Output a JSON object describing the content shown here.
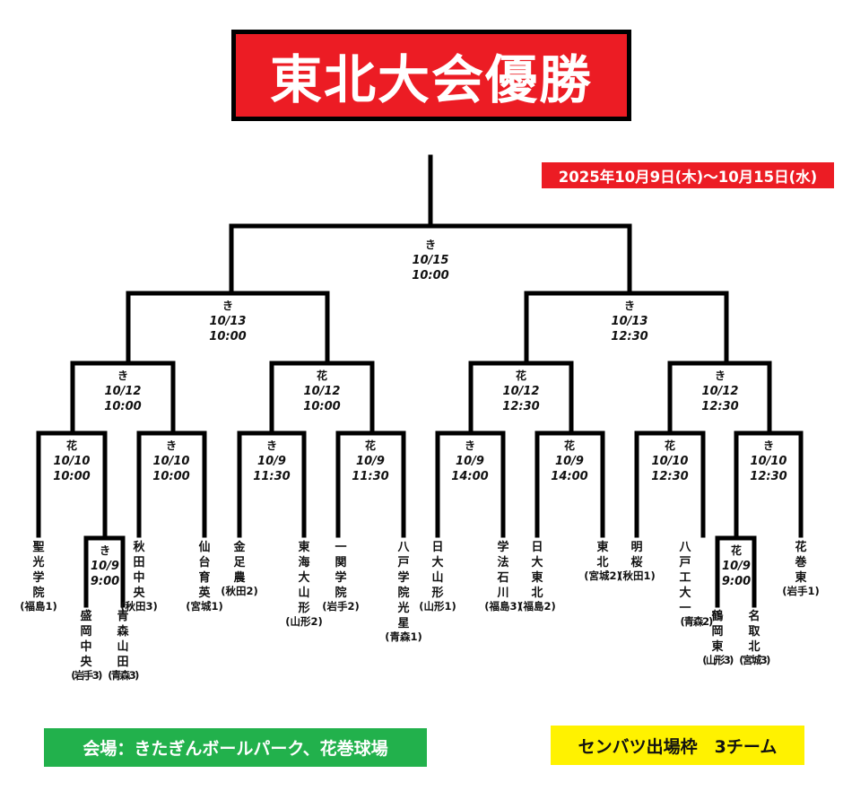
{
  "title": "東北大会優勝",
  "period": "2025年10月9日(木)～10月15日(水)",
  "venue_label": "会場：きたぎんボールパーク、花巻球場",
  "quota_label": "センバツ出場枠　3チーム",
  "colors": {
    "title_bg": "#ec1c24",
    "venue_bg": "#22b14c",
    "quota_bg": "#fff200",
    "line": "#000000"
  },
  "matches": {
    "final": {
      "venue": "き",
      "date": "10/15",
      "time": "10:00"
    },
    "sf_left": {
      "venue": "き",
      "date": "10/13",
      "time": "10:00"
    },
    "sf_right": {
      "venue": "き",
      "date": "10/13",
      "time": "12:30"
    },
    "qf1": {
      "venue": "き",
      "date": "10/12",
      "time": "10:00"
    },
    "qf2": {
      "venue": "花",
      "date": "10/12",
      "time": "10:00"
    },
    "qf3": {
      "venue": "花",
      "date": "10/12",
      "time": "12:30"
    },
    "qf4": {
      "venue": "き",
      "date": "10/12",
      "time": "12:30"
    },
    "r1": {
      "venue": "花",
      "date": "10/10",
      "time": "10:00"
    },
    "r2": {
      "venue": "き",
      "date": "10/10",
      "time": "10:00"
    },
    "r3": {
      "venue": "き",
      "date": "10/9",
      "time": "11:30"
    },
    "r4": {
      "venue": "花",
      "date": "10/9",
      "time": "11:30"
    },
    "r5": {
      "venue": "き",
      "date": "10/9",
      "time": "14:00"
    },
    "r6": {
      "venue": "花",
      "date": "10/9",
      "time": "14:00"
    },
    "r7": {
      "venue": "花",
      "date": "10/10",
      "time": "12:30"
    },
    "r8": {
      "venue": "き",
      "date": "10/10",
      "time": "12:30"
    },
    "pre_left": {
      "venue": "き",
      "date": "10/9",
      "time": "9:00"
    },
    "pre_right": {
      "venue": "花",
      "date": "10/9",
      "time": "9:00"
    }
  },
  "teams": [
    {
      "name": "聖光学院",
      "pref": "(福島1)"
    },
    {
      "name": "盛岡中央",
      "pref": "(岩手3)"
    },
    {
      "name": "青森山田",
      "pref": "(青森3)"
    },
    {
      "name": "秋田中央",
      "pref": "(秋田3)"
    },
    {
      "name": "仙台育英",
      "pref": "(宮城1)"
    },
    {
      "name": "金足農",
      "pref": "(秋田2)"
    },
    {
      "name": "東海大山形",
      "pref": "(山形2)"
    },
    {
      "name": "一関学院",
      "pref": "(岩手2)"
    },
    {
      "name": "八戸学院光星",
      "pref": "(青森1)"
    },
    {
      "name": "日大山形",
      "pref": "(山形1)"
    },
    {
      "name": "学法石川",
      "pref": "(福島3)"
    },
    {
      "name": "日大東北",
      "pref": "(福島2)"
    },
    {
      "name": "東北",
      "pref": "(宮城2)"
    },
    {
      "name": "明桜",
      "pref": "(秋田1)"
    },
    {
      "name": "八戸工大一",
      "pref": "(青森2)"
    },
    {
      "name": "鶴岡東",
      "pref": "(山形3)"
    },
    {
      "name": "名取北",
      "pref": "(宮城3)"
    },
    {
      "name": "花巻東",
      "pref": "(岩手1)"
    }
  ]
}
